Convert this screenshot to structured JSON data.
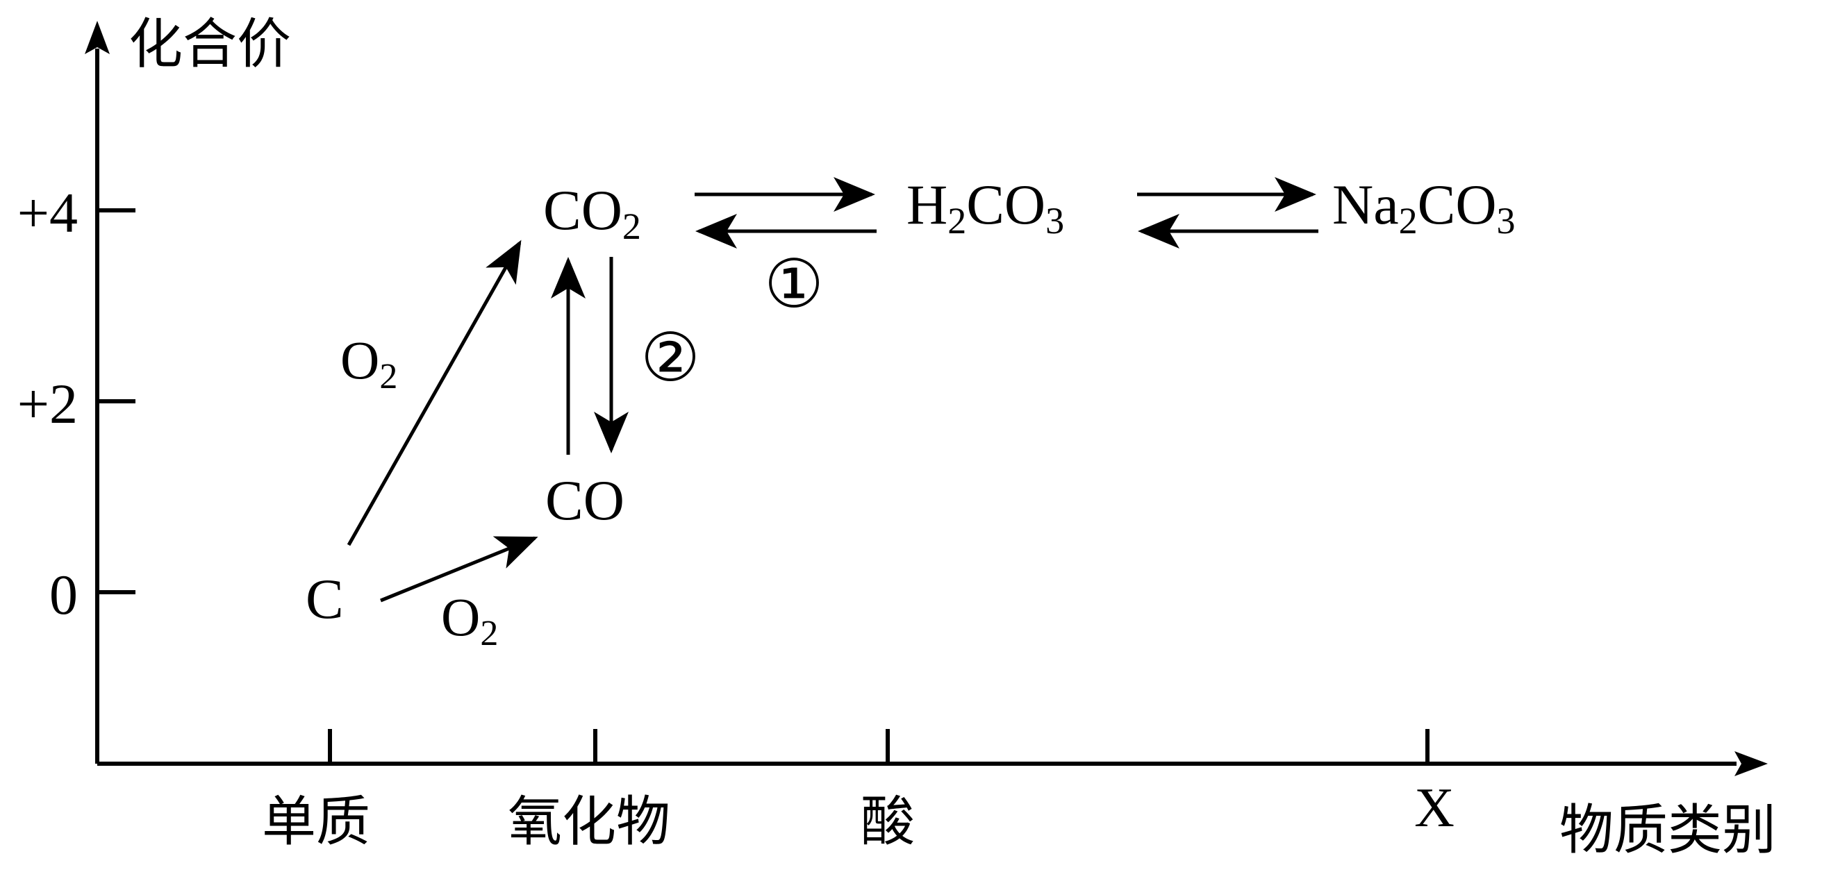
{
  "axes": {
    "y_label": "化合价",
    "x_label": "物质类别",
    "y_ticks": [
      "+4",
      "+2",
      "0"
    ],
    "x_ticks": [
      "单质",
      "氧化物",
      "酸",
      "X"
    ]
  },
  "substances": {
    "c": {
      "main": "C",
      "sub": "",
      "tail": ""
    },
    "co": {
      "main": "CO",
      "sub": "",
      "tail": ""
    },
    "co2": {
      "main": "CO",
      "sub": "2",
      "tail": ""
    },
    "h2co3": {
      "main": "H",
      "sub": "2",
      "tail": "CO",
      "sub2": "3"
    },
    "na2co3": {
      "main": "Na",
      "sub": "2",
      "tail": "CO",
      "sub2": "3"
    }
  },
  "reagents": {
    "c_to_co2": {
      "main": "O",
      "sub": "2"
    },
    "c_to_co": {
      "main": "O",
      "sub": "2"
    }
  },
  "reaction_marks": {
    "one": "①",
    "two": "②"
  },
  "colors": {
    "ink": "#000000",
    "background": "#ffffff"
  }
}
